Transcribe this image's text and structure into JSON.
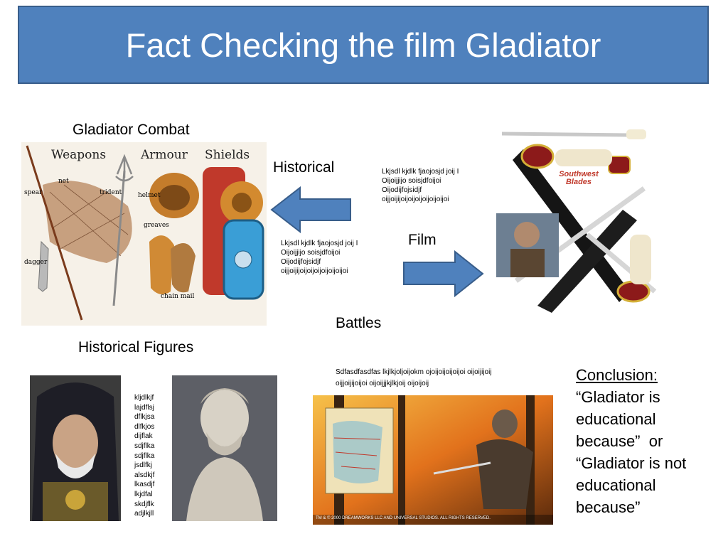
{
  "slide": {
    "title": "Fact Checking the film Gladiator",
    "labels": {
      "combat": "Gladiator Combat",
      "historical": "Historical",
      "film": "Film",
      "battles": "Battles",
      "figures": "Historical Figures"
    },
    "text_blocks": {
      "historical_notes": [
        "Lkjsdl kjdlk fjaojosjd joij I",
        "Oijoijjijo soisjdfoijoi",
        "Oijodijfojsidjf",
        "oijjoijijoijoijoijoijoijoijoi"
      ],
      "combat_notes": [
        "Lkjsdl kjdlk fjaojosjd joij I",
        "Oijoijjijo soisjdfoijoi",
        "Oijodijfojsidjf",
        "oijjoijijoijoijoijoijoijoijoi"
      ],
      "figures_list": [
        "kljdlkjf",
        "lajdflsj",
        "dflkjsa",
        "dlfkjos",
        "dijflak",
        "sdjflka",
        "sdjflka",
        "jsdlfkj",
        "alsdkjf",
        "lkasdjf",
        "lkjdfal",
        "skdjflk",
        "adjlkjll"
      ],
      "battles_notes": [
        "Sdfasdfasdfas lkjlkjoljoijokm ojoijoijoijoijoi oijoijijoij",
        "oijjoijijoijoi oijoijjjkjlkjoij oijoijoij"
      ]
    },
    "conclusion": {
      "heading": "Conclusion:",
      "lines": [
        "“Gladiator is",
        "educational",
        "because”  or",
        "“Gladiator is not",
        "educational",
        "because”"
      ]
    },
    "image_labels": {
      "weapons": "Weapons",
      "armour": "Armour",
      "shields": "Shields",
      "net": "net",
      "spear": "spear",
      "trident": "trident",
      "helmet": "helmet",
      "greaves": "greaves",
      "dagger": "dagger",
      "chain_mail": "chain mail",
      "brand": "Southwest Blades",
      "copyright": "TM & © 2000 DREAMWORKS LLC AND UNIVERSAL STUDIOS. ALL RIGHTS RESERVED."
    },
    "colors": {
      "banner": "#4f81bd",
      "banner_border": "#385d8a",
      "arrow_fill": "#4f81bd",
      "arrow_stroke": "#385d8a"
    }
  }
}
